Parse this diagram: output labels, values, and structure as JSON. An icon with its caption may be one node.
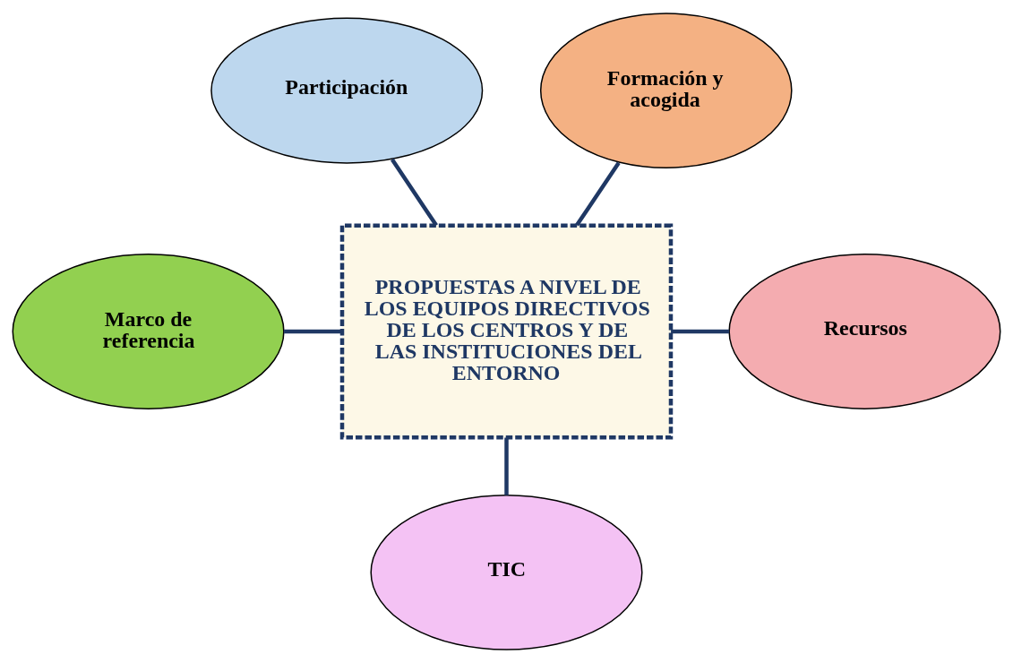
{
  "diagram": {
    "nodes": [
      {
        "text": [
          "Participación"
        ]
      },
      {
        "text": [
          "Formación y acogida"
        ]
      },
      {
        "text": [
          "PROPUESTAS A NIVEL DE LOS EQUIPOS DIRECTIVOS DE LOS CENTROS Y DE LAS INSTITUCIONES DEL ENTORNO"
        ]
      },
      {
        "text": [
          "Marco de referencia"
        ]
      },
      {
        "text": [
          "Recursos"
        ]
      },
      {
        "text": [
          "TIC"
        ]
      }
    ],
    "edges": [
      {
        "from": 0,
        "to": 2,
        "arrow": "none"
      },
      {
        "from": 1,
        "to": 2,
        "arrow": "none"
      },
      {
        "from": 3,
        "to": 2,
        "arrow": "none"
      },
      {
        "from": 2,
        "to": 4,
        "arrow": "none"
      },
      {
        "from": 2,
        "to": 5,
        "arrow": "none"
      }
    ]
  }
}
